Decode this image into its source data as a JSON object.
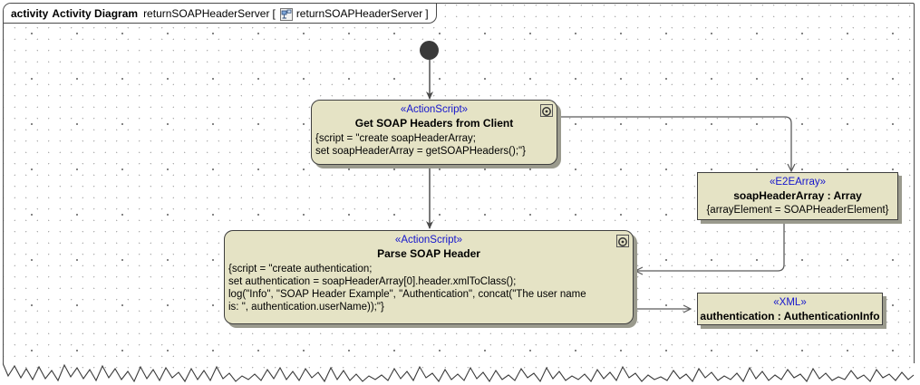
{
  "frame": {
    "keyword": "activity",
    "type_label": "Activity Diagram",
    "name": "returnSOAPHeaderServer",
    "bracket_open": "[",
    "icon": "activity-diagram-icon",
    "qualified_name": "returnSOAPHeaderServer",
    "bracket_close": "]"
  },
  "colors": {
    "node_fill": "#e5e3c5",
    "node_border": "#3f3f3f",
    "stereotype_text": "#1414cd",
    "name_text": "#000000",
    "initial_node": "#3a3a3a",
    "edge": "#5a5a5a",
    "frame_border": "#4a4a4a",
    "grid_dot": "#8e8e8e"
  },
  "nodes": {
    "initial": {
      "kind": "initial-node",
      "label": ""
    },
    "get_soap_headers": {
      "kind": "action-node",
      "stereotype": "«ActionScript»",
      "name": "Get SOAP Headers from Client",
      "body": "{script = \"create soapHeaderArray;\nset soapHeaderArray = getSOAPHeaders();\"}",
      "badge": "action-script-badge-icon"
    },
    "parse_soap_header": {
      "kind": "action-node",
      "stereotype": "«ActionScript»",
      "name": "Parse SOAP Header",
      "body": "{script = \"create authentication;\nset authentication = soapHeaderArray[0].header.xmlToClass();\nlog(\"Info\", \"SOAP Header Example\", \"Authentication\", concat(\"The user name\nis: \", authentication.userName));\"}",
      "badge": "action-script-badge-icon"
    },
    "soap_header_array": {
      "kind": "object-node",
      "stereotype": "«E2EArray»",
      "name": "soapHeaderArray : Array",
      "body": "{arrayElement = SOAPHeaderElement}"
    },
    "authentication": {
      "kind": "object-node",
      "stereotype": "«XML»",
      "name": "authentication : AuthenticationInfo",
      "body": ""
    }
  },
  "edges": [
    {
      "name": "initial-to-get-soap-headers",
      "from": "initial",
      "to": "get_soap_headers",
      "style": "control-flow"
    },
    {
      "name": "get-soap-headers-to-array",
      "from": "get_soap_headers",
      "to": "soap_header_array",
      "style": "object-flow"
    },
    {
      "name": "get-soap-headers-to-parse",
      "from": "get_soap_headers",
      "to": "parse_soap_header",
      "style": "control-flow"
    },
    {
      "name": "array-to-parse",
      "from": "soap_header_array",
      "to": "parse_soap_header",
      "style": "object-flow"
    },
    {
      "name": "parse-to-authentication",
      "from": "parse_soap_header",
      "to": "authentication",
      "style": "object-flow"
    }
  ]
}
